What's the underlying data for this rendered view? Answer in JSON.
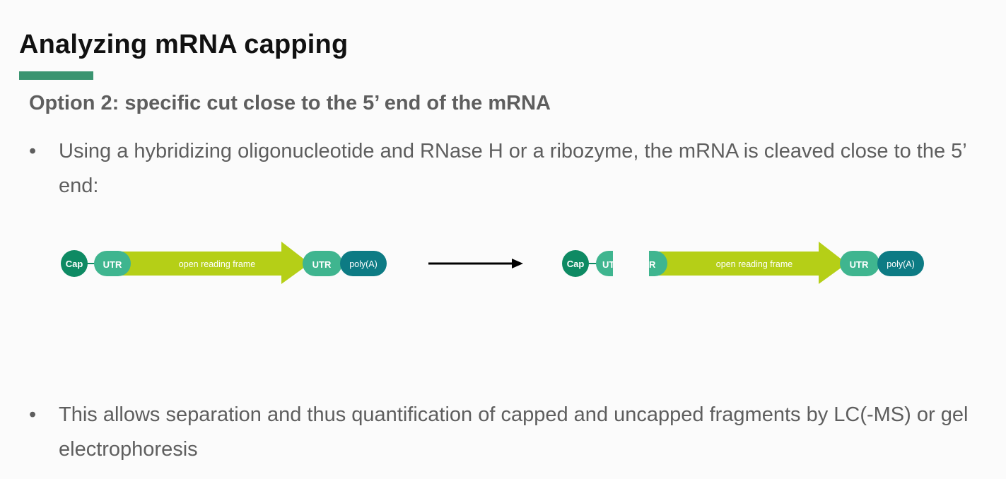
{
  "slide": {
    "title": "Analyzing mRNA capping",
    "subtitle": "Option 2: specific cut close to the 5’ end of the mRNA",
    "bullets": [
      {
        "marker": "•",
        "text": "Using a hybridizing oligonucleotide and RNase H or a ribozyme, the mRNA is cleaved close to the 5’ end:"
      },
      {
        "marker": "•",
        "text": "This allows separation and thus quantification of capped and uncapped fragments by LC(-MS) or gel electrophoresis"
      }
    ]
  },
  "diagram": {
    "before": {
      "cap": "Cap",
      "utr5": "UTR",
      "orf": "open reading frame",
      "utr3": "UTR",
      "polya": "poly(A)"
    },
    "after_fragment_1": {
      "cap": "Cap",
      "utr5_partial": "UT"
    },
    "after_fragment_2": {
      "utr5_partial": "TR",
      "orf": "open reading frame",
      "utr3": "UTR",
      "polya": "poly(A)"
    },
    "colors": {
      "cap": "#0e8a63",
      "utr": "#3fb58f",
      "orf": "#b5cf17",
      "polya": "#0d7b84",
      "arrow": "#000000"
    }
  }
}
